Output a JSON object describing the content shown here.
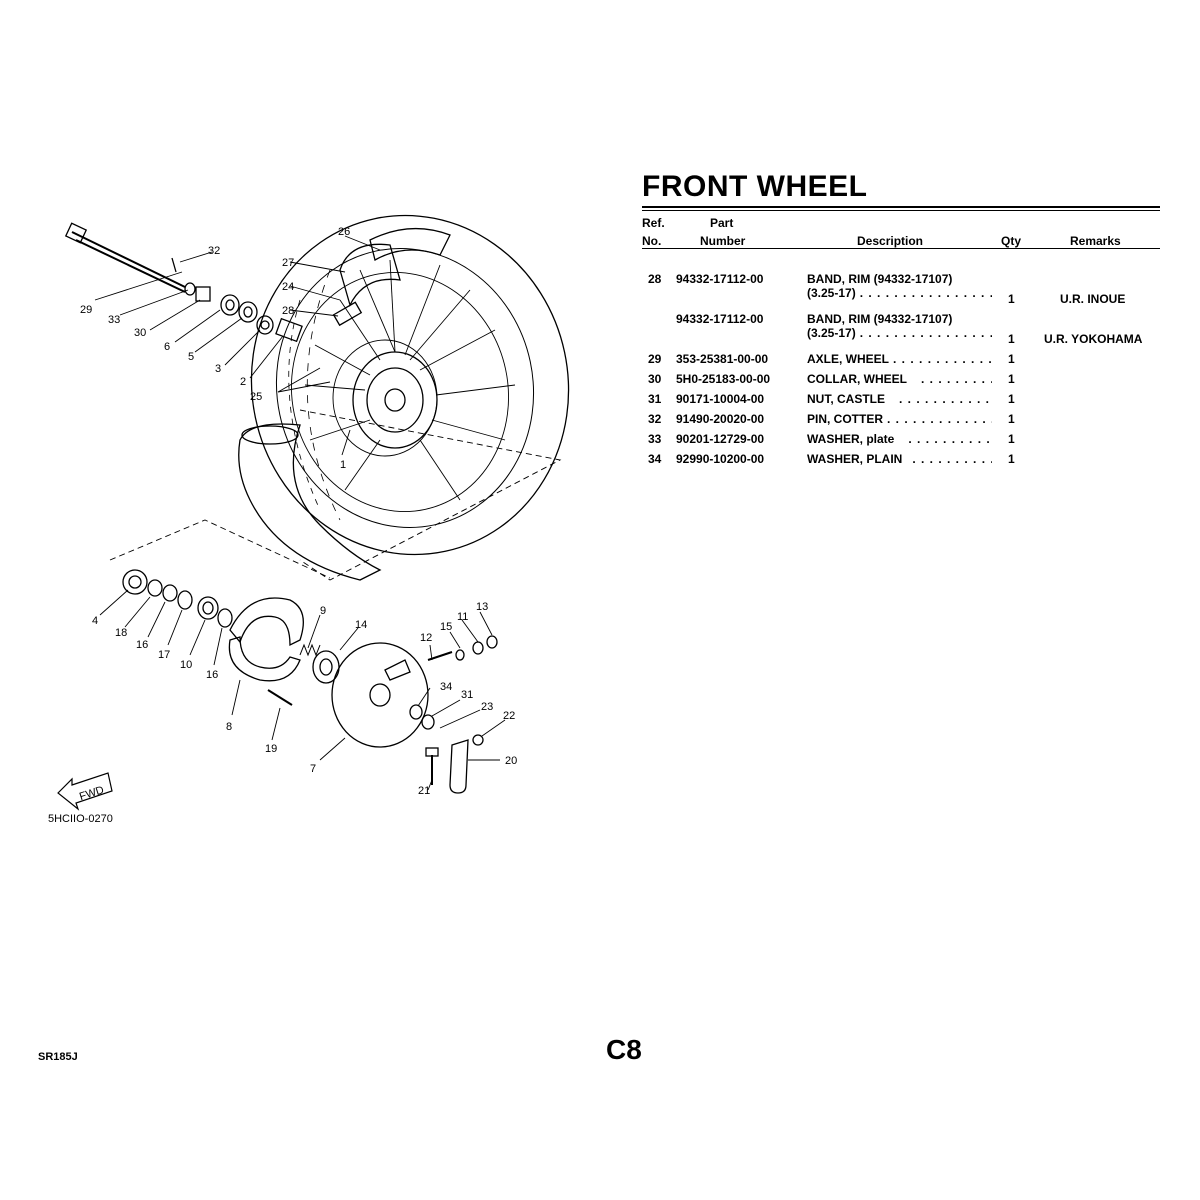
{
  "title": "FRONT WHEEL",
  "headers": {
    "ref_line1": "Ref.",
    "ref_line2": "No.",
    "part_line1": "Part",
    "part_line2": "Number",
    "description": "Description",
    "qty": "Qty",
    "remarks": "Remarks"
  },
  "rows": [
    {
      "ref": "28",
      "part": "94332-17112-00",
      "desc1": "BAND, RIM (94332-17107)",
      "desc2": "(3.25-17)",
      "qty": "1",
      "remarks": "U.R. INOUE"
    },
    {
      "ref": "",
      "part": "94332-17112-00",
      "desc1": "BAND, RIM (94332-17107)",
      "desc2": "(3.25-17)",
      "qty": "1",
      "remarks": "U.R. YOKOHAMA"
    },
    {
      "ref": "29",
      "part": "353-25381-00-00",
      "desc1": "AXLE, WHEEL",
      "qty": "1",
      "remarks": ""
    },
    {
      "ref": "30",
      "part": "5H0-25183-00-00",
      "desc1": "COLLAR, WHEEL",
      "qty": "1",
      "remarks": ""
    },
    {
      "ref": "31",
      "part": "90171-10004-00",
      "desc1": "NUT, CASTLE",
      "qty": "1",
      "remarks": ""
    },
    {
      "ref": "32",
      "part": "91490-20020-00",
      "desc1": "PIN, COTTER",
      "qty": "1",
      "remarks": ""
    },
    {
      "ref": "33",
      "part": "90201-12729-00",
      "desc1": "WASHER, plate",
      "qty": "1",
      "remarks": ""
    },
    {
      "ref": "34",
      "part": "92990-10200-00",
      "desc1": "WASHER, PLAIN",
      "qty": "1",
      "remarks": ""
    }
  ],
  "diagram": {
    "callouts": [
      "1",
      "2",
      "3",
      "4",
      "5",
      "6",
      "7",
      "8",
      "9",
      "10",
      "11",
      "12",
      "13",
      "14",
      "15",
      "16",
      "16",
      "17",
      "18",
      "19",
      "20",
      "21",
      "22",
      "23",
      "24",
      "25",
      "26",
      "27",
      "28",
      "29",
      "30",
      "31",
      "32",
      "33",
      "34"
    ],
    "fwd_label": "FWD",
    "drawing_code": "5HCIIO-0270"
  },
  "footer": {
    "model_code": "SR185J",
    "page": "C8"
  }
}
